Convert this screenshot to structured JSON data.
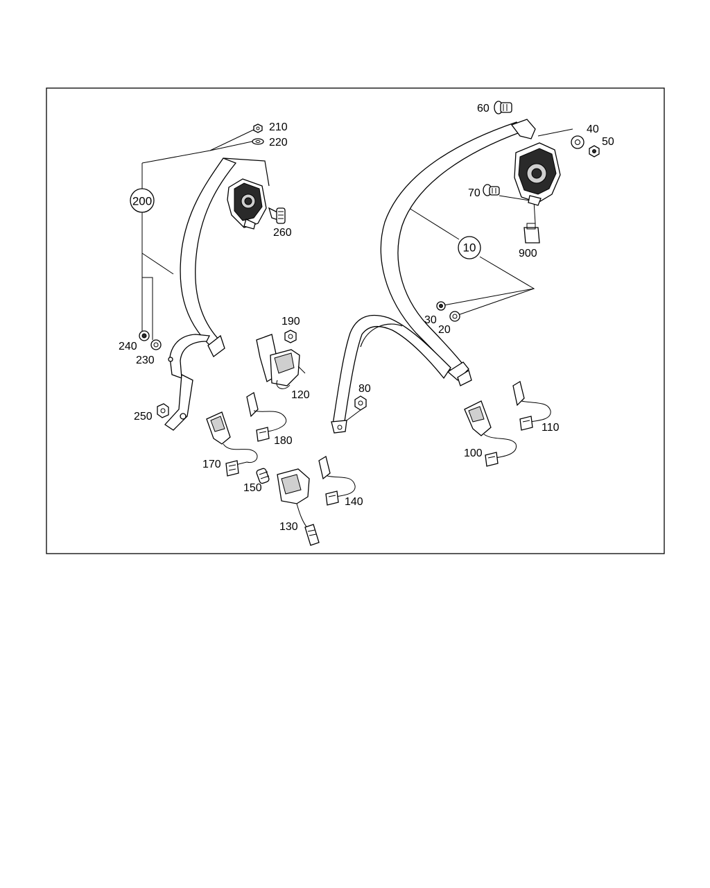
{
  "diagram": {
    "assembly_labels": {
      "left": "200",
      "right": "10"
    },
    "part_labels": {
      "p210": "210",
      "p220": "220",
      "p260": "260",
      "p240": "240",
      "p230": "230",
      "p250": "250",
      "p190": "190",
      "p120": "120",
      "p180": "180",
      "p170": "170",
      "p150": "150",
      "p130": "130",
      "p140": "140",
      "p80": "80",
      "p60": "60",
      "p40": "40",
      "p50": "50",
      "p70": "70",
      "p900": "900",
      "p30": "30",
      "p20": "20",
      "p100": "100",
      "p110": "110"
    }
  }
}
